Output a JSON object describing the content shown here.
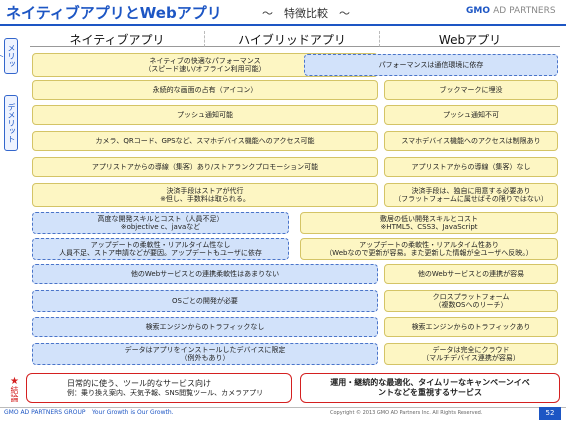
{
  "header": {
    "title": "ネイティブアプリとWebアプリ",
    "subtitle": "〜　特徴比較　〜",
    "logo_main": "GMO",
    "logo_sub": "AD PARTNERS"
  },
  "columns": [
    "ネイティブアプリ",
    "ハイブリッドアプリ",
    "Webアプリ"
  ],
  "row_labels": {
    "merit": "メリット",
    "demerit": "デメリット",
    "conclusion": "結論"
  },
  "rows": [
    {
      "native_hybrid": [
        "ネイティブの快適なパフォーマンス",
        "（スピード速い/オフライン利用可能）"
      ],
      "web": [
        "パフォーマンスは通信環境に依存"
      ]
    },
    {
      "native_hybrid": [
        "永続的な画面の占有（アイコン）"
      ],
      "web": [
        "ブックマークに埋没"
      ]
    },
    {
      "native_hybrid": [
        "プッシュ通知可能"
      ],
      "web": [
        "プッシュ通知不可"
      ]
    },
    {
      "native_hybrid": [
        "カメラ、QRコード、GPSなど、スマホデバイス機能へのアクセス可能"
      ],
      "web": [
        "スマホデバイス機能へのアクセスは制限あり"
      ]
    },
    {
      "native_hybrid": [
        "アプリストアからの導線（集客）あり/ストアランクプロモーション可能"
      ],
      "web": [
        "アプリストアからの導線（集客）なし"
      ]
    },
    {
      "native_hybrid": [
        "決済手段はストアが代行",
        "※但し、手数料は取られる。"
      ],
      "web": [
        "決済手段は、独自に用意する必要あり",
        "（フラットフォームに属せばその限りではない）"
      ]
    },
    {
      "native": [
        "高度な開発スキルとコスト（人員不足）",
        "※objective c、javaなど"
      ],
      "hybrid_web": [
        "敷居の低い開発スキルとコスト",
        "※HTML5、CSS3、JavaScript"
      ]
    },
    {
      "native": [
        "アップデートの柔軟性・リアルタイム性なし",
        "人員不足、ストア申請などが要因。アップデートもユーザに依存"
      ],
      "hybrid_web": [
        "アップデートの柔軟性・リアルタイム性あり",
        "（Webなので更新が容易。また更新した情報が全ユーザへ反映。）"
      ]
    },
    {
      "native_hybrid": [
        "他のWebサービスとの連携柔軟性はあまりない"
      ],
      "web": [
        "他のWebサービスとの連携が容易"
      ]
    },
    {
      "native_hybrid": [
        "OSごとの開発が必要"
      ],
      "web": [
        "クロスプラットフォーム",
        "（複数OSへのリーチ）"
      ]
    },
    {
      "native_hybrid": [
        "検索エンジンからのトラフィックなし"
      ],
      "web": [
        "検索エンジンからのトラフィックあり"
      ]
    },
    {
      "native_hybrid": [
        "データはアプリをインストールしたデバイスに限定",
        "（例外もあり）"
      ],
      "web": [
        "データは完全にクラウド",
        "（マルチデバイス連携が容易）"
      ]
    }
  ],
  "conclusion": {
    "star": "★",
    "left": [
      "日常的に使う、ツール的なサービス向け",
      "例：乗り換え案内、天気予報、SNS閲覧ツール、カメラアプリ"
    ],
    "right": [
      "運用・継続的な最適化、タイムリーなキャンペーンイベ",
      "ントなどを重視するサービス"
    ]
  },
  "footer": {
    "company": "GMO AD PARTNERS GROUP",
    "slogan": "Your Growth is Our Growth.",
    "copyright": "Copyright © 2013 GMO AD Partners Inc. All Rights Reserved.",
    "page": "52"
  }
}
